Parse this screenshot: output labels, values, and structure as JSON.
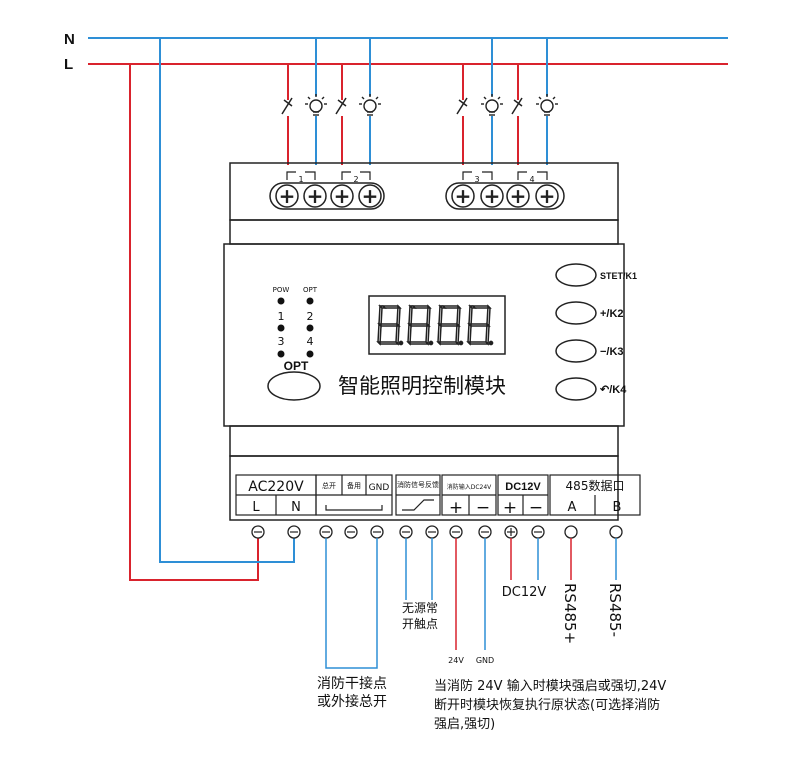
{
  "lines": {
    "n": "N",
    "l": "L"
  },
  "relays": [
    "1",
    "2",
    "3",
    "4"
  ],
  "indicators": {
    "pow": "POW",
    "opt": "OPT",
    "n1": "1",
    "n2": "2",
    "n3": "3",
    "n4": "4",
    "opt_big": "OPT"
  },
  "buttons": {
    "k1": "STET/K1",
    "k2": "+/K2",
    "k3": "−/K3",
    "k4": "↶/K4"
  },
  "module_title": "智能照明控制模块",
  "terminal_block": {
    "ac_label": "AC220V",
    "l": "L",
    "n": "N",
    "zongkai": "总开",
    "beiyong": "备用",
    "gnd": "GND",
    "xiaofang": "消防",
    "xinhao": "信号",
    "fankui": "反馈",
    "fire_input": "消防输入DC24V",
    "dc12": "DC12V",
    "comm": "485数据口",
    "a": "A",
    "b": "B",
    "plus": "+",
    "minus": "−"
  },
  "annotations": {
    "passive_1": "无源常",
    "passive_2": "开触点",
    "dc12v": "DC12V",
    "rs485p": "RS485+",
    "rs485m": "RS485-",
    "v24": "24V",
    "gnd": "GND",
    "fire_contact_1": "消防干接点",
    "fire_contact_2": "或外接总开",
    "note_1": "当消防 24V 输入时模块强启或强切,24V",
    "note_2": "断开时模块恢复执行原状态(可选择消防",
    "note_3": "强启,强切)"
  },
  "colors": {
    "neutral": "#2e8fd6",
    "live": "#d9232d",
    "line": "#222222"
  }
}
